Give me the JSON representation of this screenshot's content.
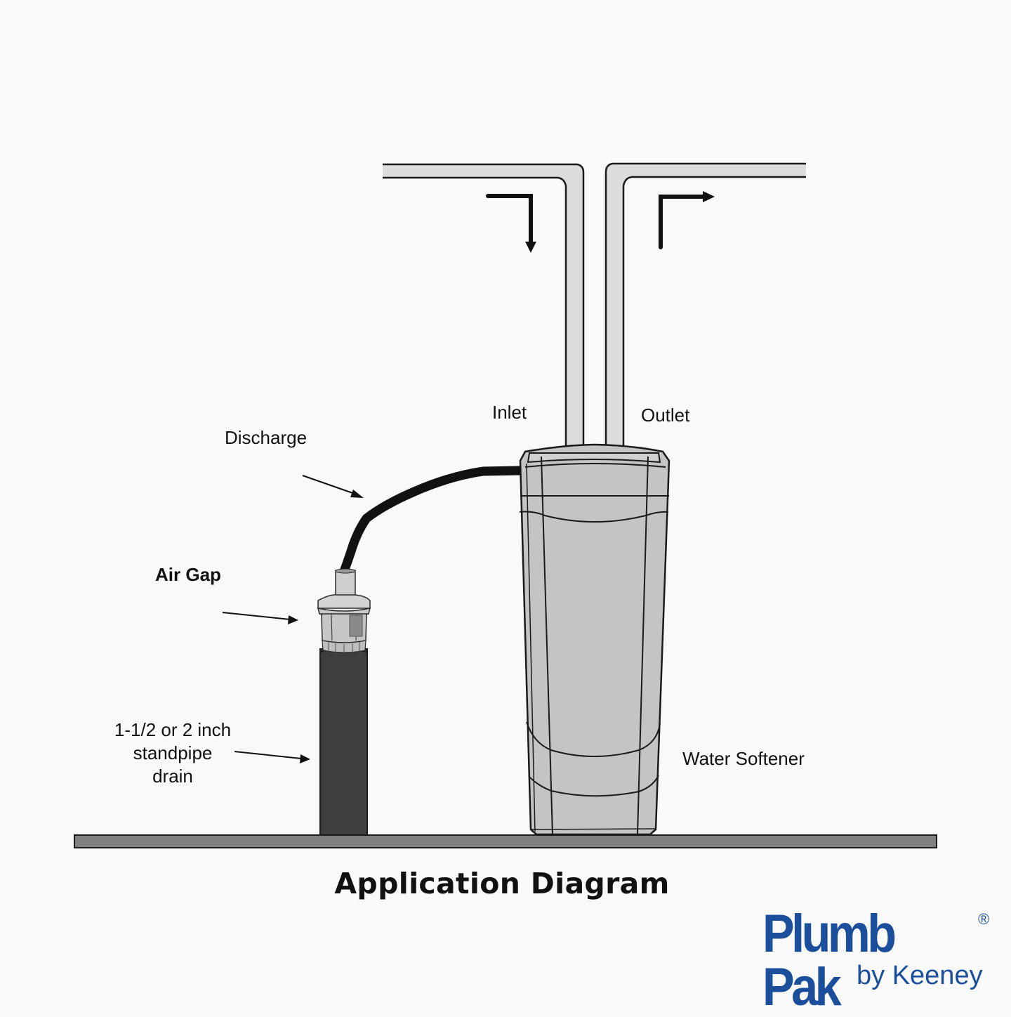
{
  "title": "Application Diagram",
  "labels": {
    "inlet": "Inlet",
    "outlet": "Outlet",
    "discharge": "Discharge",
    "air_gap": "Air Gap",
    "standpipe_line1": "1-1/2 or 2 inch",
    "standpipe_line2": "standpipe",
    "standpipe_line3": "drain",
    "water_softener": "Water Softener"
  },
  "logo": {
    "brand": "Plumb Pak",
    "registered": "®",
    "sub": "by Keeney"
  },
  "colors": {
    "background": "#f9f9f9",
    "pipe_fill": "#dcdcdc",
    "softener_fill": "#c4c4c4",
    "standpipe_fill": "#3e3e3e",
    "floor_fill": "#808080",
    "outline": "#1a1a1a",
    "logo_blue": "#1b4f9c"
  },
  "components": [
    "inlet-pipe",
    "outlet-pipe",
    "inlet-flow-arrow",
    "outlet-flow-arrow",
    "water-softener",
    "discharge-hose",
    "air-gap-fitting",
    "standpipe-drain",
    "floor"
  ]
}
